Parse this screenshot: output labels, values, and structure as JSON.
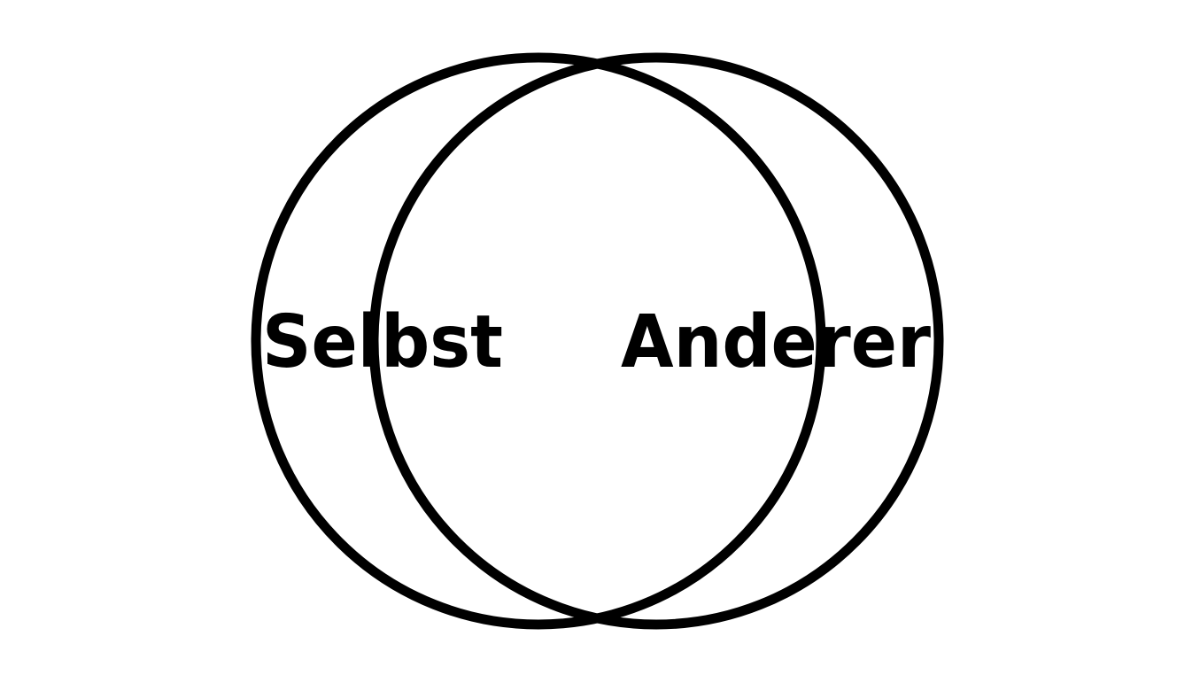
{
  "diagram": {
    "type": "venn",
    "background_color": "#ffffff",
    "stroke_color": "#000000",
    "text_color": "#000000",
    "sets": [
      {
        "label": "Selbst"
      },
      {
        "label": "Anderer"
      }
    ]
  }
}
